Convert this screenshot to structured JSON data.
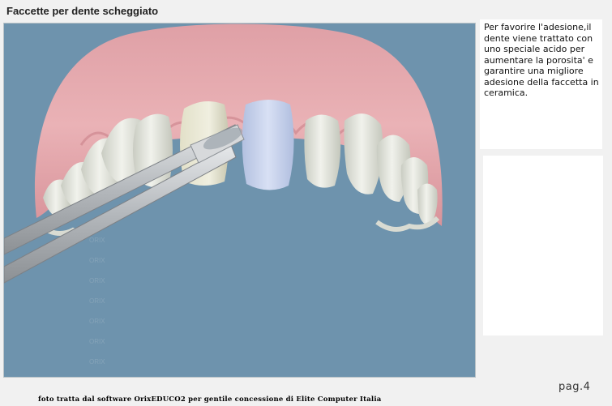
{
  "page": {
    "title": "Faccette per dente scheggiato",
    "description": "Per favorire l'adesione,il dente viene trattato con uno speciale acido per aumentare la porosita' e garantire una migliore adesione della faccetta in ceramica.",
    "credit": "foto tratta dal software OrixEDUCO2 per gentile concessione di Elite Computer Italia",
    "page_label": "pag.4"
  },
  "colors": {
    "background": "#6e93ad",
    "gum": "#e4a5aa",
    "tooth": "#e6e8de",
    "veneer": "#c7d3ee"
  }
}
